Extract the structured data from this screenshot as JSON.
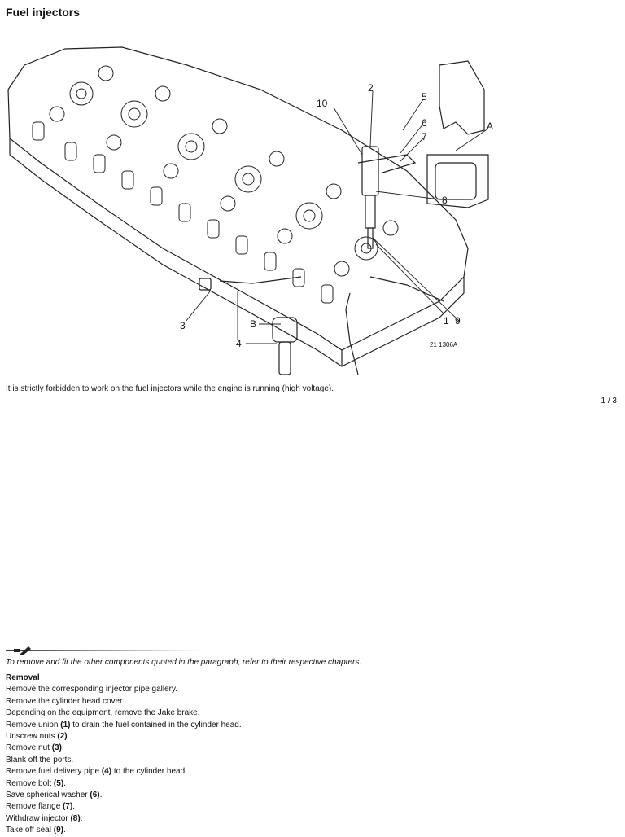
{
  "page": {
    "title": "Fuel injectors",
    "warning": "It is strictly forbidden to work on the fuel injectors while the engine is running (high voltage).",
    "page_number": "1 / 3"
  },
  "figure": {
    "code": "21 1306A",
    "callouts": [
      "1",
      "2",
      "3",
      "4",
      "5",
      "6",
      "7",
      "8",
      "9",
      "10",
      "A",
      "B"
    ]
  },
  "note": {
    "icon": "note-pencil-icon",
    "text": "To remove and fit the other components quoted in the paragraph, refer to their respective chapters."
  },
  "removal": {
    "heading": "Removal",
    "steps": [
      {
        "pre": "Remove the corresponding injector pipe gallery.",
        "bold": "",
        "post": ""
      },
      {
        "pre": "Remove the cylinder head cover.",
        "bold": "",
        "post": ""
      },
      {
        "pre": "Depending on the equipment, remove the Jake brake.",
        "bold": "",
        "post": ""
      },
      {
        "pre": "Remove union ",
        "bold": "(1)",
        "post": " to drain the fuel contained in the cylinder head."
      },
      {
        "pre": "Unscrew nuts ",
        "bold": "(2)",
        "post": "."
      },
      {
        "pre": "Remove nut ",
        "bold": "(3)",
        "post": "."
      },
      {
        "pre": "Blank off the ports.",
        "bold": "",
        "post": ""
      },
      {
        "pre": "Remove fuel delivery pipe ",
        "bold": "(4)",
        "post": " to the cylinder head"
      },
      {
        "pre": "Remove bolt ",
        "bold": "(5)",
        "post": "."
      },
      {
        "pre": "Save spherical washer ",
        "bold": "(6)",
        "post": "."
      },
      {
        "pre": "Remove flange ",
        "bold": "(7)",
        "post": "."
      },
      {
        "pre": "Withdraw injector ",
        "bold": "(8)",
        "post": "."
      },
      {
        "pre": "Take off seal ",
        "bold": "(9)",
        "post": "."
      }
    ]
  }
}
